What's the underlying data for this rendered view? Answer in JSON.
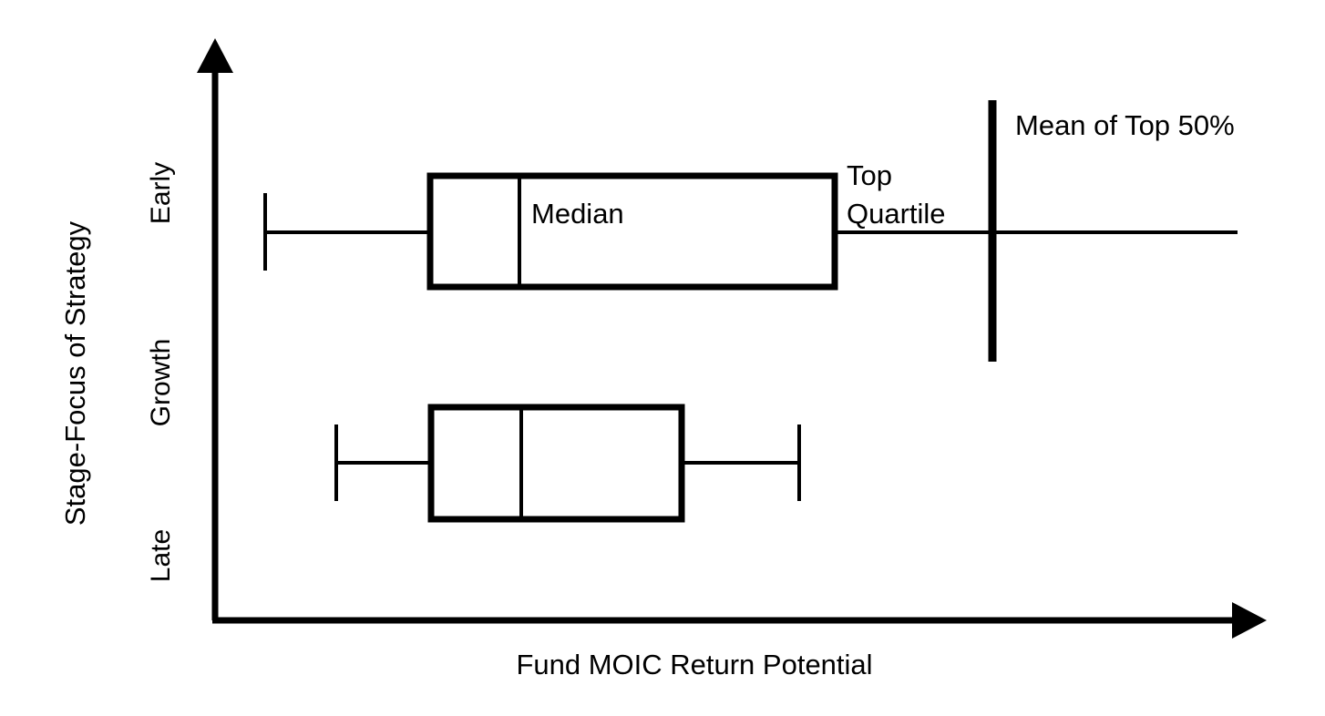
{
  "chart_data": {
    "type": "box",
    "title": "",
    "subtitle": "",
    "xlabel": "Fund MOIC Return Potential",
    "ylabel": "Stage-Focus of Strategy",
    "categories": [
      "Early",
      "Growth",
      "Late"
    ],
    "y_tick_labels": [
      "Early",
      "Growth",
      "Late"
    ],
    "x_tick_labels": [],
    "axis_style": "arrow-axes",
    "grid": false,
    "legend": "none",
    "xlim_note": "qualitative axis, no numeric scale shown",
    "ylim_note": "qualitative categorical axis",
    "boxes": [
      {
        "name": "Early",
        "category": "Early",
        "whisker_low": 0.05,
        "q1": 0.23,
        "median": 0.31,
        "q3": 0.61,
        "whisker_high": 0.99,
        "whisker_high_open": true,
        "labels": [
          "Median",
          "Top Quartile"
        ]
      },
      {
        "name": "Growth / Late",
        "category": "Growth",
        "whisker_low": 0.12,
        "q1": 0.23,
        "median": 0.31,
        "q3": 0.47,
        "whisker_high": 0.58,
        "whisker_high_open": false,
        "labels": []
      }
    ],
    "reference_lines": [
      {
        "name": "mean-of-top-50",
        "label": "Mean of Top 50%",
        "orientation": "vertical",
        "x": 0.78
      }
    ],
    "annotations": [
      {
        "name": "median-annotation",
        "text": "Median"
      },
      {
        "name": "top-quartile-annotation",
        "text": "Top\nQuartile"
      },
      {
        "name": "mean-top-50-annotation",
        "text": "Mean of Top 50%"
      }
    ],
    "colors": {
      "stroke": "#000000",
      "fill": "#ffffff",
      "background": "#ffffff"
    }
  },
  "axes": {
    "x_title": "Fund MOIC Return Potential",
    "y_title": "Stage-Focus of Strategy",
    "y_ticks": [
      {
        "label": "Early"
      },
      {
        "label": "Growth"
      },
      {
        "label": "Late"
      }
    ]
  },
  "annotations": {
    "median": "Median",
    "top_quartile_line1": "Top",
    "top_quartile_line2": "Quartile",
    "mean_top_50": "Mean of Top 50%"
  }
}
